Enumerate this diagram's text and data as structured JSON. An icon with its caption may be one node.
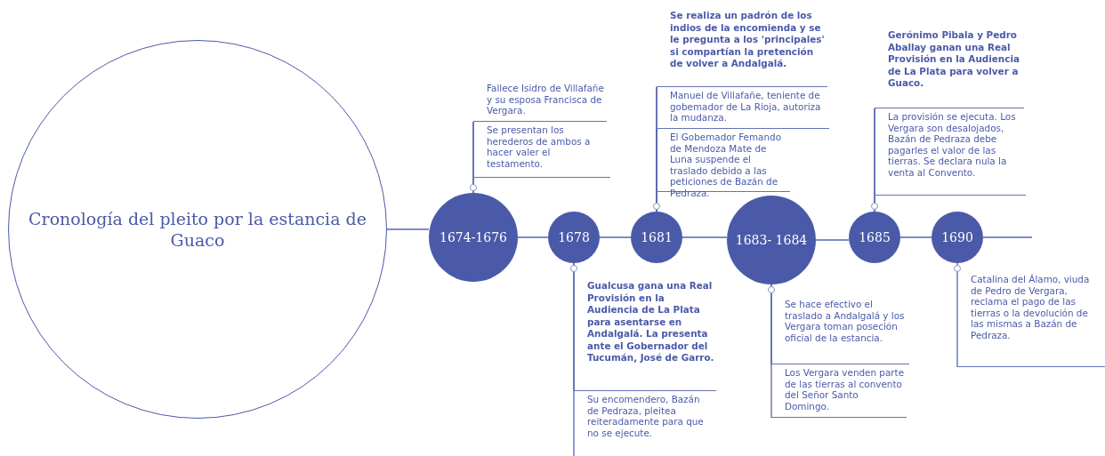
{
  "diagram": {
    "nodes": [
      {
        "text": [
          "Cronología del pleito por la estancia de Guaco"
        ]
      },
      {
        "text": [
          "1674-1676"
        ]
      },
      {
        "text": [
          "Fallece Isidro de Villafañe y su esposa Francisca de Vergara."
        ]
      },
      {
        "text": [
          "Se presentan los herederos de ambos a hacer valer el testamento."
        ]
      },
      {
        "text": [
          "1678"
        ]
      },
      {
        "text": [
          "Gualcusa gana una Real Provisión en la Audiencia de La Plata para asentarse en Andalgalá. La presenta ante el Gobernador del Tucumán, José de Garro."
        ]
      },
      {
        "text": [
          "Su encomendero, Bazán de Pedraza, pleitea reiteradamente para que no se ejecute."
        ]
      },
      {
        "text": [
          "1681"
        ]
      },
      {
        "text": [
          "Se realiza un padrón de los indios de la encomienda y se le pregunta a los 'principales' si compartían la pretención de volver a Andalgalá."
        ]
      },
      {
        "text": [
          "Manuel de Villafañe, teniente de gobemador de La Rioja, autoriza la mudanza."
        ]
      },
      {
        "text": [
          "El Gobemador Femando de Mendoza Mate de Luna suspende el traslado debido a las peticiones de Bazán de Pedraza."
        ]
      },
      {
        "text": [
          "1683- 1684"
        ]
      },
      {
        "text": [
          "Se hace efectivo el traslado a Andalgalá y los Vergara toman poseción oficial de la estancia."
        ]
      },
      {
        "text": [
          "Los Vergara venden parte de las tierras al convento del Señor Santo Domingo."
        ]
      },
      {
        "text": [
          "1685"
        ]
      },
      {
        "text": [
          "Gerónimo Pibala y Pedro Aballay ganan una Real Provisión en la Audiencia de La Plata para volver a Guaco."
        ]
      },
      {
        "text": [
          "La provisión se ejecuta. Los Vergara son desalojados, Bazán de Pedraza debe pagarles el valor de las tierras. Se declara nula la venta al Convento."
        ]
      },
      {
        "text": [
          "1690"
        ]
      },
      {
        "text": [
          "Catalina del Álamo, viuda de Pedro de Vergara, reclama el pago de las tierras o la devolución de las mismas a Bazán de Pedraza."
        ]
      }
    ],
    "edges": [
      {
        "from": 0,
        "to": 1,
        "arrow": "none"
      },
      {
        "from": 1,
        "to": 4,
        "arrow": "none"
      },
      {
        "from": 4,
        "to": 7,
        "arrow": "none"
      },
      {
        "from": 7,
        "to": 11,
        "arrow": "none"
      },
      {
        "from": 11,
        "to": 14,
        "arrow": "none"
      },
      {
        "from": 14,
        "to": 17,
        "arrow": "none"
      },
      {
        "from": 17,
        "to": null,
        "arrow": "none"
      },
      {
        "from": 1,
        "to": 2,
        "arrow": "none"
      },
      {
        "from": 1,
        "to": 3,
        "arrow": "none"
      },
      {
        "from": 4,
        "to": 5,
        "arrow": "none"
      },
      {
        "from": 4,
        "to": 6,
        "arrow": "none"
      },
      {
        "from": 7,
        "to": 8,
        "arrow": "none"
      },
      {
        "from": 7,
        "to": 9,
        "arrow": "none"
      },
      {
        "from": 7,
        "to": 10,
        "arrow": "none"
      },
      {
        "from": 11,
        "to": 12,
        "arrow": "none"
      },
      {
        "from": 11,
        "to": 13,
        "arrow": "none"
      },
      {
        "from": 14,
        "to": 15,
        "arrow": "none"
      },
      {
        "from": 14,
        "to": 16,
        "arrow": "none"
      },
      {
        "from": 17,
        "to": 18,
        "arrow": "none"
      }
    ]
  }
}
